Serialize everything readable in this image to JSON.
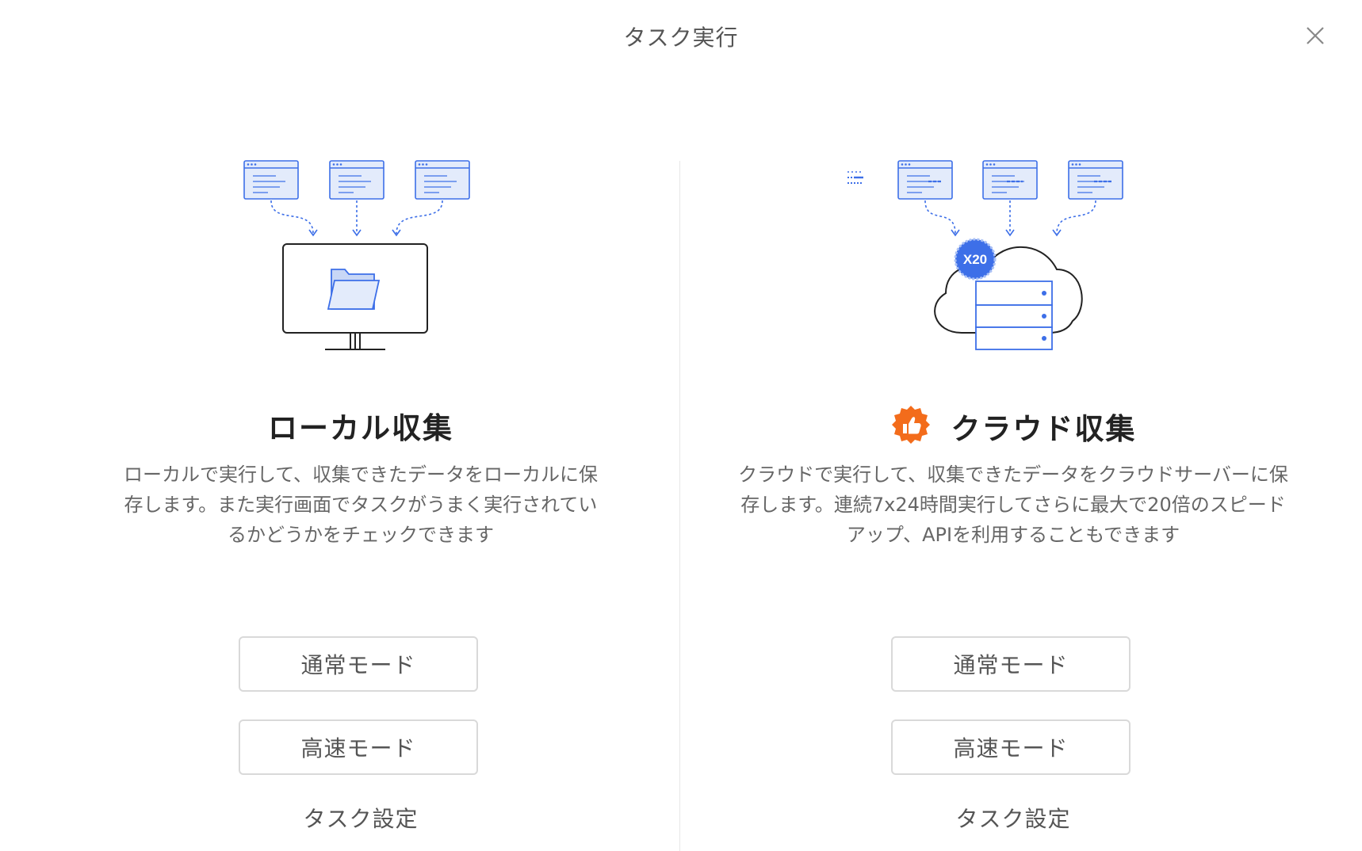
{
  "dialog": {
    "title": "タスク実行",
    "close_label": "×"
  },
  "colors": {
    "accent": "#3d6fe8",
    "badge": "#f36c1b",
    "illustration_fill": "#e3ebfb"
  },
  "local": {
    "title": "ローカル収集",
    "description": "ローカルで実行して、収集できたデータをローカルに保存します。また実行画面でタスクがうまく実行されているかどうかをチェックできます",
    "normal_mode": "通常モード",
    "fast_mode": "高速モード",
    "settings": "タスク設定"
  },
  "cloud": {
    "badge_icon": "thumbs-up-icon",
    "multiplier": "X20",
    "title": "クラウド収集",
    "description": "クラウドで実行して、収集できたデータをクラウドサーバーに保存します。連続7x24時間実行してさらに最大で20倍のスピードアップ、APIを利用することもできます",
    "normal_mode": "通常モード",
    "fast_mode": "高速モード",
    "settings": "タスク設定"
  }
}
